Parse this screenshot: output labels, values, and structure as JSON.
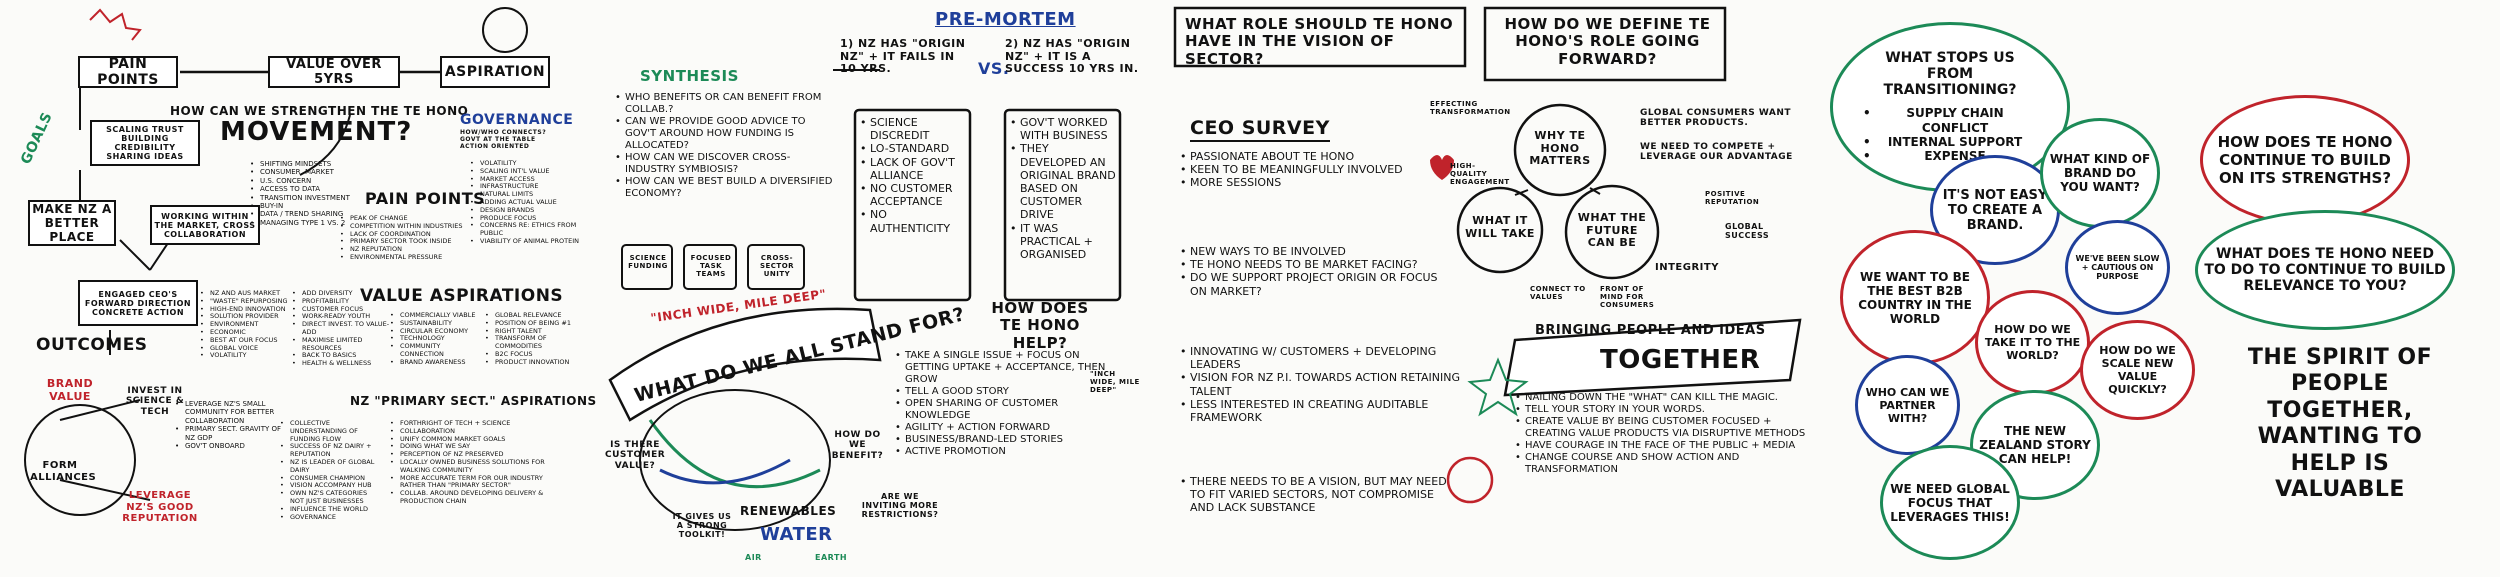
{
  "panel1": {
    "pain_points": "PAIN POINTS",
    "value": "VALUE OVER 5YRS",
    "aspiration": "ASPIRATION",
    "question": "HOW CAN WE STRENGTHEN THE TE HONO",
    "movement": "MOVEMENT?",
    "goals": "GOALS",
    "scaling": "SCALING TRUST BUILDING CREDIBILITY SHARING IDEAS",
    "make_nz": "MAKE NZ A BETTER PLACE",
    "working": "WORKING WITHIN THE MARKET, CROSS COLLABORATION",
    "engaged": "ENGAGED CEO'S FORWARD DIRECTION CONCRETE ACTION",
    "outcomes": "OUTCOMES",
    "brand_value": "BRAND VALUE",
    "invest": "INVEST IN SCIENCE & TECH",
    "form_alliances": "FORM ALLIANCES",
    "leverage_rep": "LEVERAGE NZ'S GOOD REPUTATION",
    "governance": "GOVERNANCE",
    "governance_sub": "HOW/WHO CONNECTS? GOVT AT THE TABLE ACTION ORIENTED",
    "shifting": [
      "SHIFTING MINDSETS",
      "CONSUMER, MARKET",
      "U.S. CONCERN",
      "ACCESS TO DATA",
      "TRANSITION INVESTMENT",
      "BUY-IN",
      "DATA / TREND SHARING",
      "MANAGING TYPE 1 VS. 2"
    ],
    "pain_points2": "PAIN POINTS",
    "pain_left": [
      "PEAK OF CHANGE",
      "COMPETITION WITHIN INDUSTRIES",
      "LACK OF COORDINATION",
      "PRIMARY SECTOR TOOK INSIDE",
      "NZ REPUTATION",
      "ENVIRONMENTAL PRESSURE"
    ],
    "pain_right": [
      "VOLATILITY",
      "SCALING INT'L VALUE",
      "MARKET ACCESS",
      "INFRASTRUCTURE",
      "NATURAL LIMITS",
      "ADDING ACTUAL VALUE",
      "DESIGN BRANDS",
      "PRODUCE FOCUS",
      "CONCERNS RE: ETHICS FROM PUBLIC",
      "VIABILITY OF ANIMAL PROTEIN"
    ],
    "market_list": [
      "NZ AND AUS MARKET",
      "\"WASTE\" REPURPOSING",
      "HIGH-END INNOVATION",
      "SOLUTION PROVIDER",
      "ENVIRONMENT",
      "ECONOMIC",
      "BEST AT OUR FOCUS",
      "GLOBAL VOICE",
      "VOLATILITY"
    ],
    "market_list2": [
      "ADD DIVERSITY",
      "PROFITABILITY",
      "CUSTOMER FOCUS",
      "WORK-READY YOUTH",
      "DIRECT INVEST. TO VALUE-ADD",
      "MAXIMISE LIMITED RESOURCES",
      "BACK TO BASICS",
      "HEALTH & WELLNESS"
    ],
    "value_aspirations": "VALUE ASPIRATIONS",
    "va_col1": [
      "COLLECTIVE UNDERSTANDING OF FUNDING FLOW",
      "SUCCESS OF NZ DAIRY + REPUTATION",
      "NZ IS LEADER OF GLOBAL DAIRY",
      "CONSUMER CHAMPION",
      "VISION ACCOMPANY HUB",
      "OWN NZ'S CATEGORIES NOT JUST BUSINESSES",
      "INFLUENCE THE WORLD",
      "GOVERNANCE"
    ],
    "va_col2": [
      "COMMERCIALLY VIABLE",
      "SUSTAINABILITY",
      "CIRCULAR ECONOMY",
      "TECHNOLOGY",
      "COMMUNITY CONNECTION",
      "BRAND AWARENESS"
    ],
    "va_col3": [
      "GLOBAL RELEVANCE",
      "POSITION OF BEING #1",
      "RIGHT TALENT",
      "TRANSFORM OF COMMODITIES",
      "B2C FOCUS",
      "PRODUCT INNOVATION"
    ],
    "primary_sector": "NZ \"PRIMARY SECT.\" ASPIRATIONS",
    "ps_list": [
      "FORTHRIGHT OF TECH + SCIENCE",
      "COLLABORATION",
      "UNIFY COMMON MARKET GOALS",
      "DOING WHAT WE SAY",
      "PERCEPTION OF NZ PRESERVED",
      "LOCALLY OWNED BUSINESS SOLUTIONS FOR WALKING COMMUNITY",
      "MORE ACCURATE TERM FOR OUR INDUSTRY RATHER THAN \"PRIMARY SECTOR\"",
      "COLLAB. AROUND DEVELOPING DELIVERY & PRODUCTION CHAIN"
    ],
    "outcome_list": [
      "LEVERAGE NZ'S SMALL COMMUNITY FOR BETTER COLLABORATION",
      "PRIMARY SECT. GRAVITY OF NZ GDP",
      "GOV'T ONBOARD"
    ]
  },
  "panel2": {
    "synthesis": "SYNTHESIS",
    "syn_list": [
      "WHO BENEFITS OR CAN BENEFIT FROM COLLAB.?",
      "CAN WE PROVIDE GOOD ADVICE TO GOV'T AROUND HOW FUNDING IS ALLOCATED?",
      "HOW CAN WE DISCOVER CROSS-INDUSTRY SYMBIOSIS?",
      "HOW CAN WE BEST BUILD A DIVERSIFIED ECONOMY?"
    ],
    "pre_mortem": "PRE-MORTEM",
    "pm1": "1) NZ HAS \"ORIGIN NZ\" + IT FAILS IN 10 YRS.",
    "vs": "VS.",
    "pm2": "2) NZ HAS \"ORIGIN NZ\" + IT IS A SUCCESS 10 YRS IN.",
    "fail_list": [
      "SCIENCE DISCREDIT",
      "LO-STANDARD",
      "LACK OF GOV'T ALLIANCE",
      "NO CUSTOMER ACCEPTANCE",
      "NO AUTHENTICITY"
    ],
    "success_list": [
      "GOV'T WORKED WITH BUSINESS",
      "THEY DEVELOPED AN ORIGINAL BRAND BASED ON CUSTOMER DRIVE",
      "IT WAS PRACTICAL + ORGANISED"
    ],
    "jars": [
      "SCIENCE FUNDING",
      "FOCUSED TASK TEAMS",
      "CROSS-SECTOR UNITY"
    ],
    "inch_wide": "\"INCH WIDE, MILE DEEP\"",
    "banner": "WHAT DO WE ALL STAND FOR?",
    "how_help": "HOW DOES TE HONO HELP?",
    "help_list": [
      "TAKE A SINGLE ISSUE + FOCUS ON GETTING UPTAKE + ACCEPTANCE, THEN GROW",
      "TELL A GOOD STORY",
      "OPEN SHARING OF CUSTOMER KNOWLEDGE",
      "AGILITY + ACTION FORWARD",
      "BUSINESS/BRAND-LED STORIES",
      "ACTIVE PROMOTION"
    ],
    "inch_note": "\"INCH WIDE, MILE DEEP\"",
    "customer_value": "IS THERE CUSTOMER VALUE?",
    "toolkit": "IT GIVES US A STRONG TOOLKIT!",
    "renewables": "RENEWABLES",
    "water": "WATER",
    "air": "AIR",
    "earth": "EARTH",
    "who_benefit": "HOW DO WE BENEFIT?",
    "restrictions": "ARE WE INVITING MORE RESTRICTIONS?"
  },
  "panel3": {
    "role_q": "WHAT ROLE SHOULD TE HONO HAVE IN THE VISION OF SECTOR?",
    "define_q": "HOW DO WE DEFINE TE HONO'S ROLE GOING FORWARD?",
    "ceo_survey": "CEO SURVEY",
    "ceo_list": [
      "PASSIONATE ABOUT TE HONO",
      "KEEN TO BE MEANINGFULLY INVOLVED",
      "MORE SESSIONS"
    ],
    "why": "WHY TE HONO MATTERS",
    "what_take": "WHAT IT WILL TAKE",
    "future": "WHAT THE FUTURE CAN BE",
    "effecting": "EFFECTING TRANSFORMATION",
    "high_quality": "HIGH-QUALITY ENGAGEMENT",
    "global_consumers": "GLOBAL CONSUMERS WANT BETTER PRODUCTS.",
    "need_compete": "WE NEED TO COMPETE + LEVERAGE OUR ADVANTAGE",
    "positive_rep": "POSITIVE REPUTATION",
    "global_success": "GLOBAL SUCCESS",
    "integrity": "INTEGRITY",
    "connect_values": "CONNECT TO VALUES",
    "front_mind": "FRONT OF MIND FOR CONSUMERS",
    "new_ways": [
      "NEW WAYS TO BE INVOLVED",
      "TE HONO NEEDS TO BE MARKET FACING?",
      "DO WE SUPPORT PROJECT ORIGIN OR FOCUS ON MARKET?"
    ],
    "innov_list": [
      "INNOVATING W/ CUSTOMERS + DEVELOPING LEADERS",
      "VISION FOR NZ P.I. TOWARDS ACTION RETAINING TALENT",
      "LESS INTERESTED IN CREATING AUDITABLE FRAMEWORK"
    ],
    "vision_list": [
      "THERE NEEDS TO BE A VISION, BUT MAY NEED TO FIT VARIED SECTORS, NOT COMPROMISE AND LACK SUBSTANCE"
    ],
    "bringing": "BRINGING PEOPLE AND IDEAS",
    "together": "TOGETHER",
    "together_list": [
      "NAILING DOWN THE \"WHAT\" CAN KILL THE MAGIC.",
      "TELL YOUR STORY IN YOUR WORDS.",
      "CREATE VALUE BY BEING CUSTOMER FOCUSED + CREATING VALUE PRODUCTS VIA DISRUPTIVE METHODS",
      "HAVE COURAGE IN THE FACE OF THE PUBLIC + MEDIA",
      "CHANGE COURSE AND SHOW ACTION AND TRANSFORMATION"
    ]
  },
  "panel4": {
    "stops_q": "WHAT STOPS US FROM TRANSITIONING?",
    "stops_list": [
      "SUPPLY CHAIN CONFLICT",
      "INTERNAL SUPPORT",
      "EXPENSE"
    ],
    "not_easy": "IT'S NOT EASY TO CREATE A BRAND.",
    "what_kind": "WHAT KIND OF BRAND DO YOU WANT?",
    "been_slow": "WE'VE BEEN SLOW + CAUTIOUS ON PURPOSE",
    "best_b2b": "WE WANT TO BE THE BEST B2B COUNTRY IN THE WORLD",
    "take_world": "HOW DO WE TAKE IT TO THE WORLD?",
    "scale": "HOW DO WE SCALE NEW VALUE QUICKLY?",
    "partner": "WHO CAN WE PARTNER WITH?",
    "nz_story": "THE NEW ZEALAND STORY CAN HELP!",
    "global_focus": "WE NEED GLOBAL FOCUS THAT LEVERAGES THIS!"
  },
  "panel5": {
    "continue_q": "HOW DOES TE HONO CONTINUE TO BUILD ON ITS STRENGTHS?",
    "need_q": "WHAT DOES TE HONO NEED TO DO TO CONTINUE TO BUILD RELEVANCE TO YOU?",
    "spirit": "THE SPIRIT OF PEOPLE TOGETHER, WANTING TO HELP IS VALUABLE"
  },
  "colors": {
    "red": "#c0232b",
    "green": "#1c8a57",
    "blue": "#1f3f9a",
    "ink": "#111111"
  }
}
